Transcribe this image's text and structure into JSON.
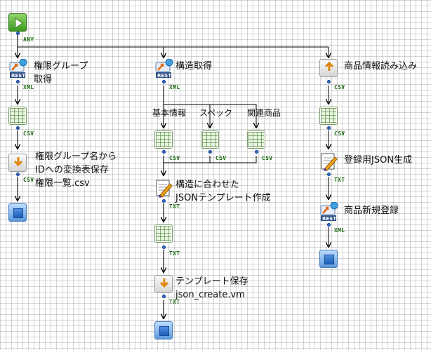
{
  "labels": {
    "n_group_fetch": [
      "権限グループ",
      "取得"
    ],
    "n_group_save": [
      "権限グループ名から",
      "IDへの変換表保存",
      "権限一覧.csv"
    ],
    "n_struct_fetch": [
      "構造取得"
    ],
    "n_template_make": [
      "構造に合わせた",
      "JSONテンプレート作成"
    ],
    "n_template_save": [
      "テンプレート保存",
      "json_create.vm"
    ],
    "n_product_read": [
      "商品情報読み込み"
    ],
    "n_json_gen": [
      "登録用JSON生成"
    ],
    "n_product_register": [
      "商品新規登録"
    ]
  },
  "branches": {
    "basic": "基本情報",
    "spec": "スペック",
    "related": "関連商品"
  },
  "tags": {
    "any": "ANY",
    "xml": "XML",
    "csv": "CSV",
    "txt": "TXT"
  },
  "icons": {
    "start": "play-icon",
    "end": "stop-icon",
    "rest": "rest-api-icon",
    "table": "csv-table-icon",
    "disk": "disk-save-icon",
    "doc": "document-pen-icon"
  }
}
